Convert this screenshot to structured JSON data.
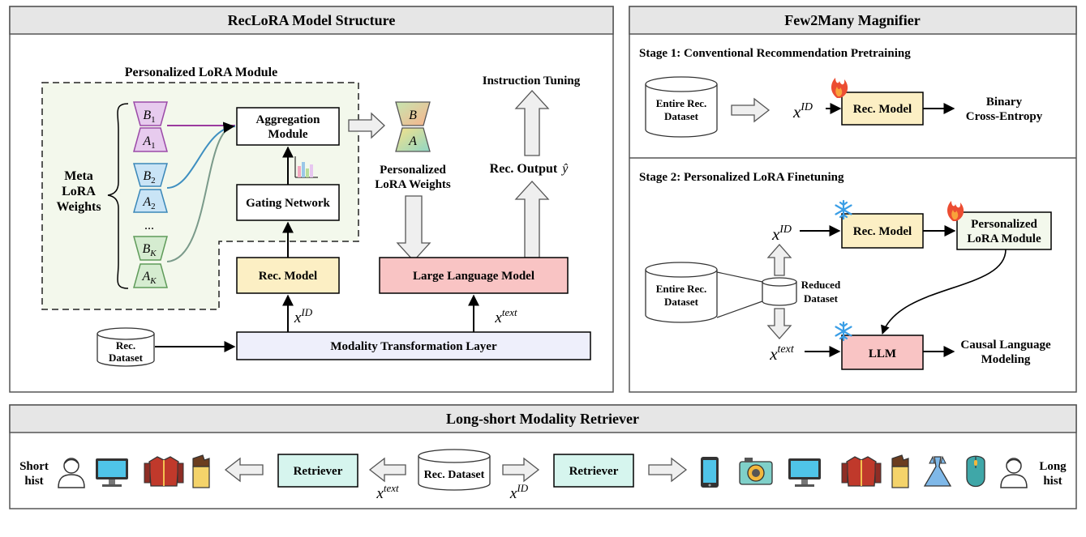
{
  "panels": {
    "structure": "RecLoRA Model Structure",
    "magnifier": "Few2Many Magnifier",
    "retriever": "Long-short Modality Retriever"
  },
  "structure": {
    "plm_title": "Personalized LoRA Module",
    "meta_line1": "Meta",
    "meta_line2": "LoRA",
    "meta_line3": "Weights",
    "b1": "B",
    "b1_sub": "1",
    "a1": "A",
    "a1_sub": "1",
    "b2": "B",
    "b2_sub": "2",
    "a2": "A",
    "a2_sub": "2",
    "ellipsis": "...",
    "bk": "B",
    "bk_sub": "K",
    "ak": "A",
    "ak_sub": "K",
    "aggregation_line1": "Aggregation",
    "aggregation_line2": "Module",
    "gating": "Gating Network",
    "rec_model": "Rec. Model",
    "pb": "B",
    "pa": "A",
    "plw_line1": "Personalized",
    "plw_line2": "LoRA Weights",
    "instruction": "Instruction Tuning",
    "rec_output": "Rec. Output",
    "yhat": "ŷ",
    "llm": "Large Language Model",
    "x": "x",
    "id_sup": "ID",
    "text_sup": "text",
    "dataset_line1": "Rec.",
    "dataset_line2": "Dataset",
    "modality": "Modality Transformation Layer"
  },
  "magnifier": {
    "stage1": "Stage 1: Conventional Recommendation Pretraining",
    "entire1": "Entire Rec.",
    "entire2": "Dataset",
    "x": "x",
    "id_sup": "ID",
    "text_sup": "text",
    "rec_model": "Rec. Model",
    "bce1": "Binary",
    "bce2": "Cross-Entropy",
    "stage2": "Stage 2: Personalized LoRA Finetuning",
    "plm1": "Personalized",
    "plm2": "LoRA Module",
    "reduced1": "Reduced",
    "reduced2": "Dataset",
    "llm": "LLM",
    "clm1": "Causal Language",
    "clm2": "Modeling"
  },
  "retriever": {
    "short1": "Short",
    "short2": "hist",
    "long1": "Long",
    "long2": "hist",
    "retriever": "Retriever",
    "dataset": "Rec. Dataset",
    "x": "x",
    "id_sup": "ID",
    "text_sup": "text"
  },
  "colors": {
    "header": "#e6e6e6",
    "rec_model": "#fcefc4",
    "llm": "#f9c4c4",
    "lora_bg": "#f3f8ec",
    "modality": "#eeeffb",
    "retriever": "#d6f5ee",
    "b1": "#e7cbee",
    "b2": "#c9e4f6",
    "bk": "#d5ecd0"
  }
}
